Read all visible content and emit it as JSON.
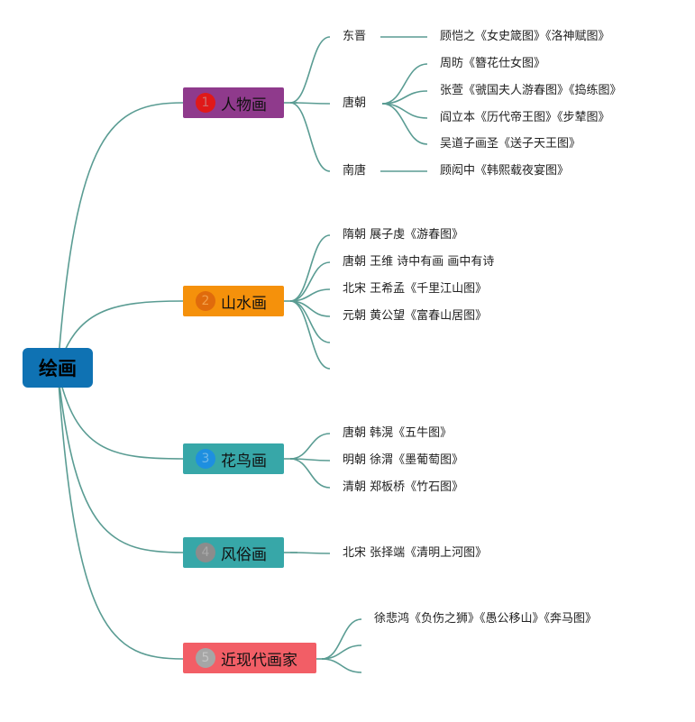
{
  "root": {
    "label": "绘画",
    "color": "#0f72b3"
  },
  "branches": [
    {
      "id": "renwu",
      "label": "人物画",
      "number": "1",
      "color": "#8f3a8c",
      "number_color": "#e01919",
      "number_text_color": "#cf6f6f",
      "children": [
        {
          "label": "东晋",
          "details": [
            "顾恺之《女史箴图》《洛神赋图》"
          ]
        },
        {
          "label": "唐朝",
          "details": [
            "周昉《簪花仕女图》",
            "张萱《虢国夫人游春图》《捣练图》",
            "阎立本《历代帝王图》《步辇图》",
            "吴道子画圣《送子天王图》"
          ]
        },
        {
          "label": "南唐",
          "details": [
            "顾闳中《韩熙载夜宴图》"
          ]
        }
      ]
    },
    {
      "id": "shanshui",
      "label": "山水画",
      "number": "2",
      "color": "#f5910b",
      "number_color": "#e06b0c",
      "number_text_color": "#f2a04c",
      "children": [
        {
          "label": "隋朝 展子虔《游春图》"
        },
        {
          "label": "唐朝 王维 诗中有画 画中有诗"
        },
        {
          "label": "北宋 王希孟《千里江山图》"
        },
        {
          "label": "元朝 黄公望《富春山居图》"
        },
        {
          "label": ""
        },
        {
          "label": ""
        }
      ]
    },
    {
      "id": "huaniao",
      "label": "花鸟画",
      "number": "3",
      "color": "#37a7a8",
      "number_color": "#1e8fe0",
      "number_text_color": "#73b8e6",
      "children": [
        {
          "label": "唐朝 韩滉《五牛图》"
        },
        {
          "label": "明朝 徐渭《墨葡萄图》"
        },
        {
          "label": "清朝 郑板桥《竹石图》"
        }
      ]
    },
    {
      "id": "fengsu",
      "label": "风俗画",
      "number": "4",
      "color": "#37a7a8",
      "number_color": "#8c8c8c",
      "number_text_color": "#a9a9a9",
      "children": [
        {
          "label": "北宋 张择端《清明上河图》"
        }
      ]
    },
    {
      "id": "jinxiandai",
      "label": "近现代画家",
      "number": "5",
      "color": "#f25e66",
      "number_color": "#a6a6a6",
      "number_text_color": "#c4c4c4",
      "children": [
        {
          "label": "徐悲鸿《负伤之狮》《愚公移山》《奔马图》"
        },
        {
          "label": ""
        },
        {
          "label": ""
        }
      ]
    }
  ],
  "line_color": "#5a9c93"
}
